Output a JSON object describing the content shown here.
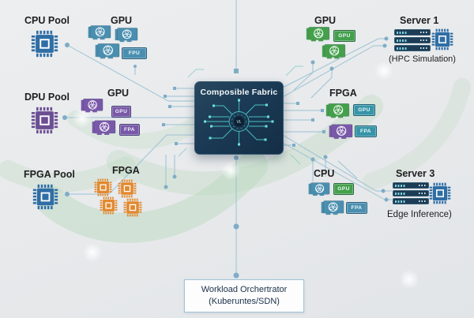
{
  "fabric": {
    "label": "Composible Fabric",
    "core": "VL"
  },
  "orchestrator": {
    "line1": "Workload Orchertrator",
    "line2": "(Kuberuntes/SDN)"
  },
  "nodes": {
    "cpu_pool": {
      "label": "CPU Pool"
    },
    "gpu_left_top": {
      "label": "GPU",
      "mini": "FPU"
    },
    "dpu_pool": {
      "label": "DPU Pool"
    },
    "gpu_left_mid": {
      "label": "GPU",
      "mini1": "GPU",
      "mini2": "FPA"
    },
    "fpga_pool": {
      "label": "FPGA Pool"
    },
    "fpga_left": {
      "label": "FPGA"
    },
    "gpu_right_top": {
      "label": "GPU",
      "mini": "GPU"
    },
    "server1": {
      "label": "Server 1",
      "subtitle": "(HPC Simulation)"
    },
    "fpga_right": {
      "label": "FPGA",
      "mini1": "GPU",
      "mini2": "FPA"
    },
    "cpu_right": {
      "label": "CPU",
      "mini1": "GPU",
      "mini2": "FPA"
    },
    "server3": {
      "label": "Server 3",
      "subtitle": "Edge Inference)"
    }
  },
  "colors": {
    "background": "#e8eaec",
    "fabric_box": "#1b3a55",
    "circuit_teal": "#4fd0c8",
    "line": "#9cc2d4",
    "dot": "#7eadc6",
    "chip_blue": "#2f6ea5",
    "chip_purple": "#6c4e93",
    "chip_orange": "#e2892f",
    "card_blue": "#4a8fb0",
    "card_purple": "#7a58a9",
    "card_green": "#44a04b",
    "card_teal": "#3795a8",
    "watermark_green": "#bcd9bf",
    "server_navy": "#1d3c55"
  }
}
